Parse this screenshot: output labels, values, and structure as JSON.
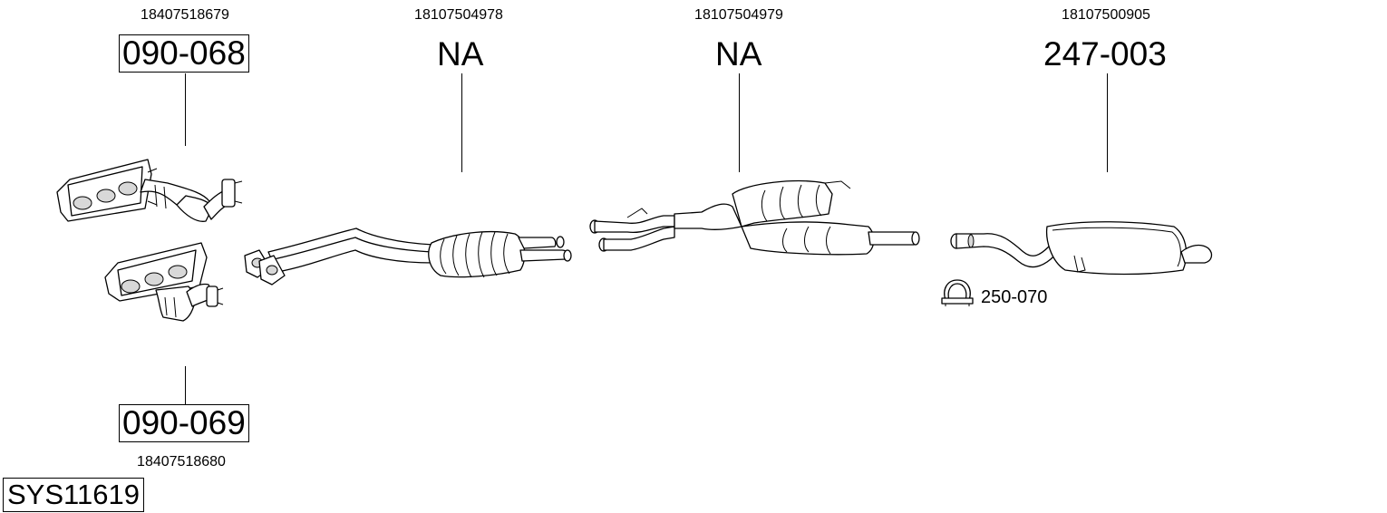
{
  "parts": [
    {
      "id": "manifold-1",
      "oem_number": "18407518679",
      "code": "090-068",
      "boxed": true
    },
    {
      "id": "manifold-2",
      "oem_number": "18407518680",
      "code": "090-069",
      "boxed": true
    },
    {
      "id": "front-pipe",
      "oem_number": "18107504978",
      "code": "NA",
      "boxed": false
    },
    {
      "id": "middle-silencer",
      "oem_number": "18107504979",
      "code": "NA",
      "boxed": false
    },
    {
      "id": "rear-silencer",
      "oem_number": "18107500905",
      "code": "247-003",
      "boxed": false
    }
  ],
  "accessory": {
    "code": "250-070",
    "icon": "clamp-icon"
  },
  "system_code": "SYS11619"
}
